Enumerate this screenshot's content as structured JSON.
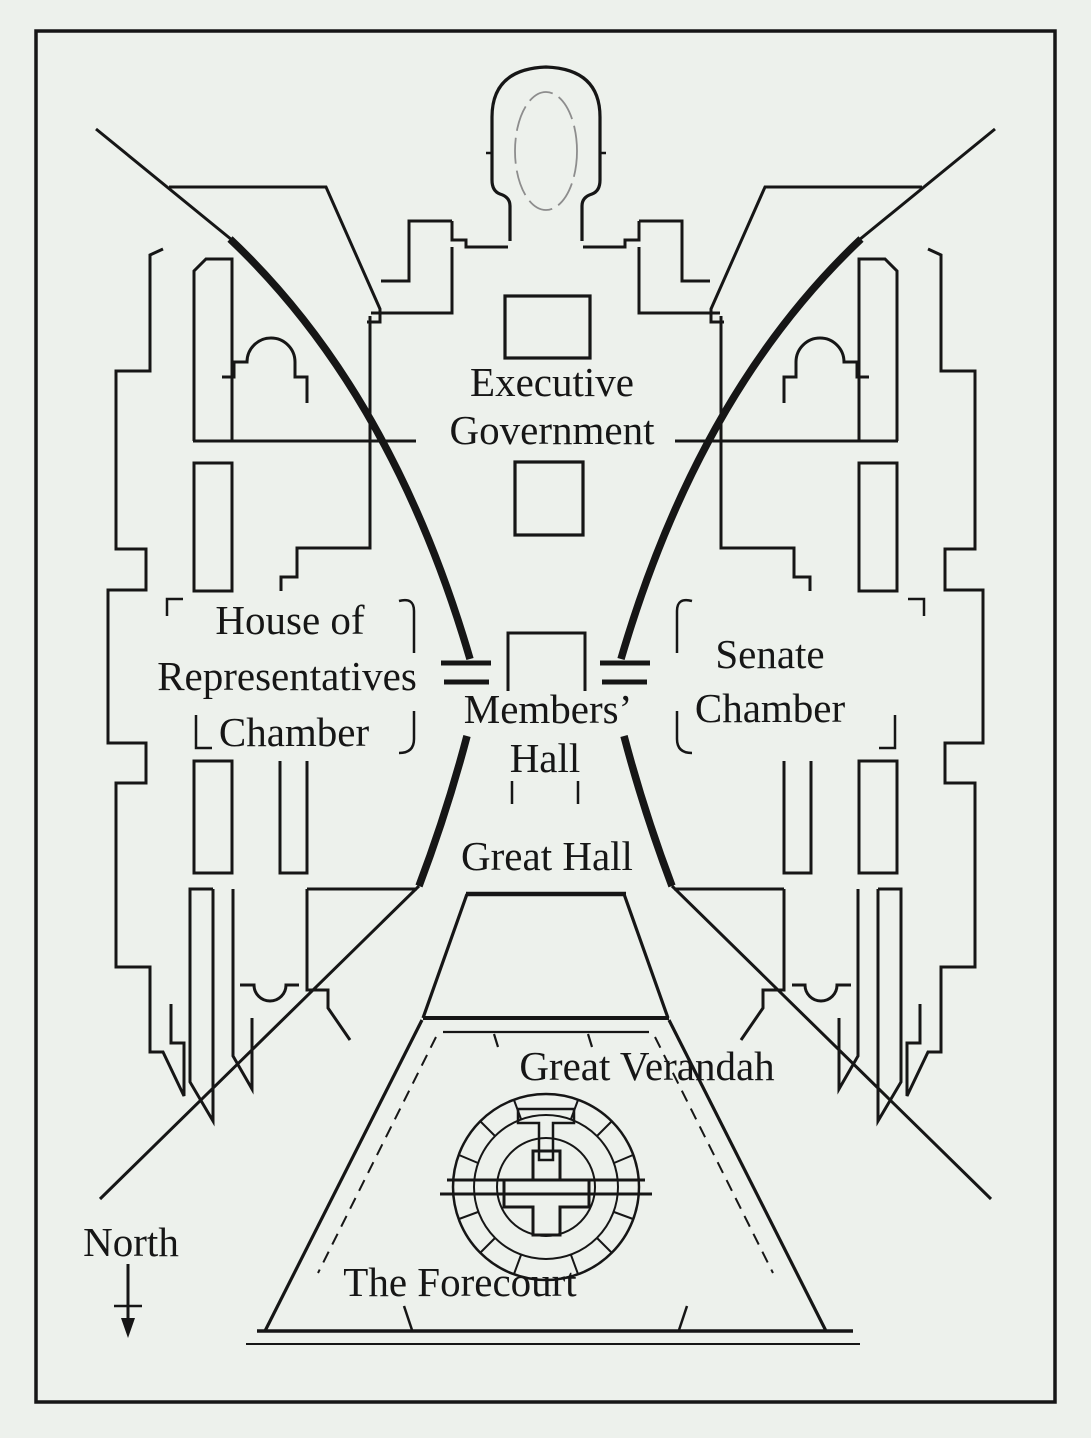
{
  "document": {
    "kind": "architectural floor plan",
    "subject": "Parliament House site plan with labelled halls and chambers",
    "orientation_note": "North arrow points toward bottom of page"
  },
  "labels": {
    "executive": {
      "line1": "Executive",
      "line2": "Government"
    },
    "house": {
      "line1": "House of",
      "line2": "Representatives",
      "line3": "Chamber"
    },
    "senate": {
      "line1": "Senate",
      "line2": "Chamber"
    },
    "members": {
      "line1": "Members’",
      "line2": "Hall"
    },
    "great_hall": "Great Hall",
    "great_verandah": "Great Verandah",
    "forecourt": "The Forecourt",
    "north": "North"
  },
  "colors": {
    "paper": "#edf1ec",
    "ink": "#161616",
    "oval": "#8d8d8d"
  }
}
